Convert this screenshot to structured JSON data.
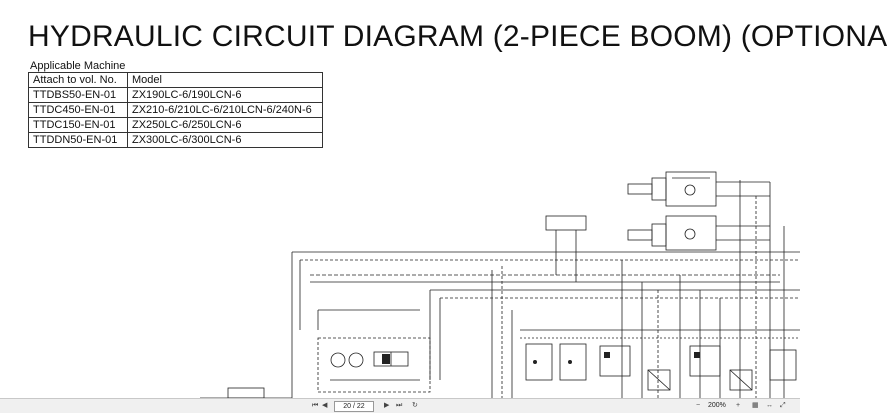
{
  "document": {
    "title": "HYDRAULIC CIRCUIT DIAGRAM (2-PIECE BOOM) (OPTIONA",
    "applicable_label": "Applicable Machine",
    "table": {
      "headers": [
        "Attach to vol. No.",
        "Model"
      ],
      "rows": [
        [
          "TTDBS50-EN-01",
          "ZX190LC-6/190LCN-6"
        ],
        [
          "TTDC450-EN-01",
          "ZX210-6/210LC-6/210LCN-6/240N-6"
        ],
        [
          "TTDC150-EN-01",
          "ZX250LC-6/250LCN-6"
        ],
        [
          "TTDDN50-EN-01",
          "ZX300LC-6/300LCN-6"
        ]
      ]
    }
  },
  "viewer": {
    "page_indicator": "20 / 22",
    "zoom": "200%",
    "icons": [
      "first-page-icon",
      "prev-page-icon",
      "next-page-icon",
      "last-page-icon",
      "zoom-out-icon",
      "zoom-in-icon",
      "fit-icon"
    ]
  }
}
